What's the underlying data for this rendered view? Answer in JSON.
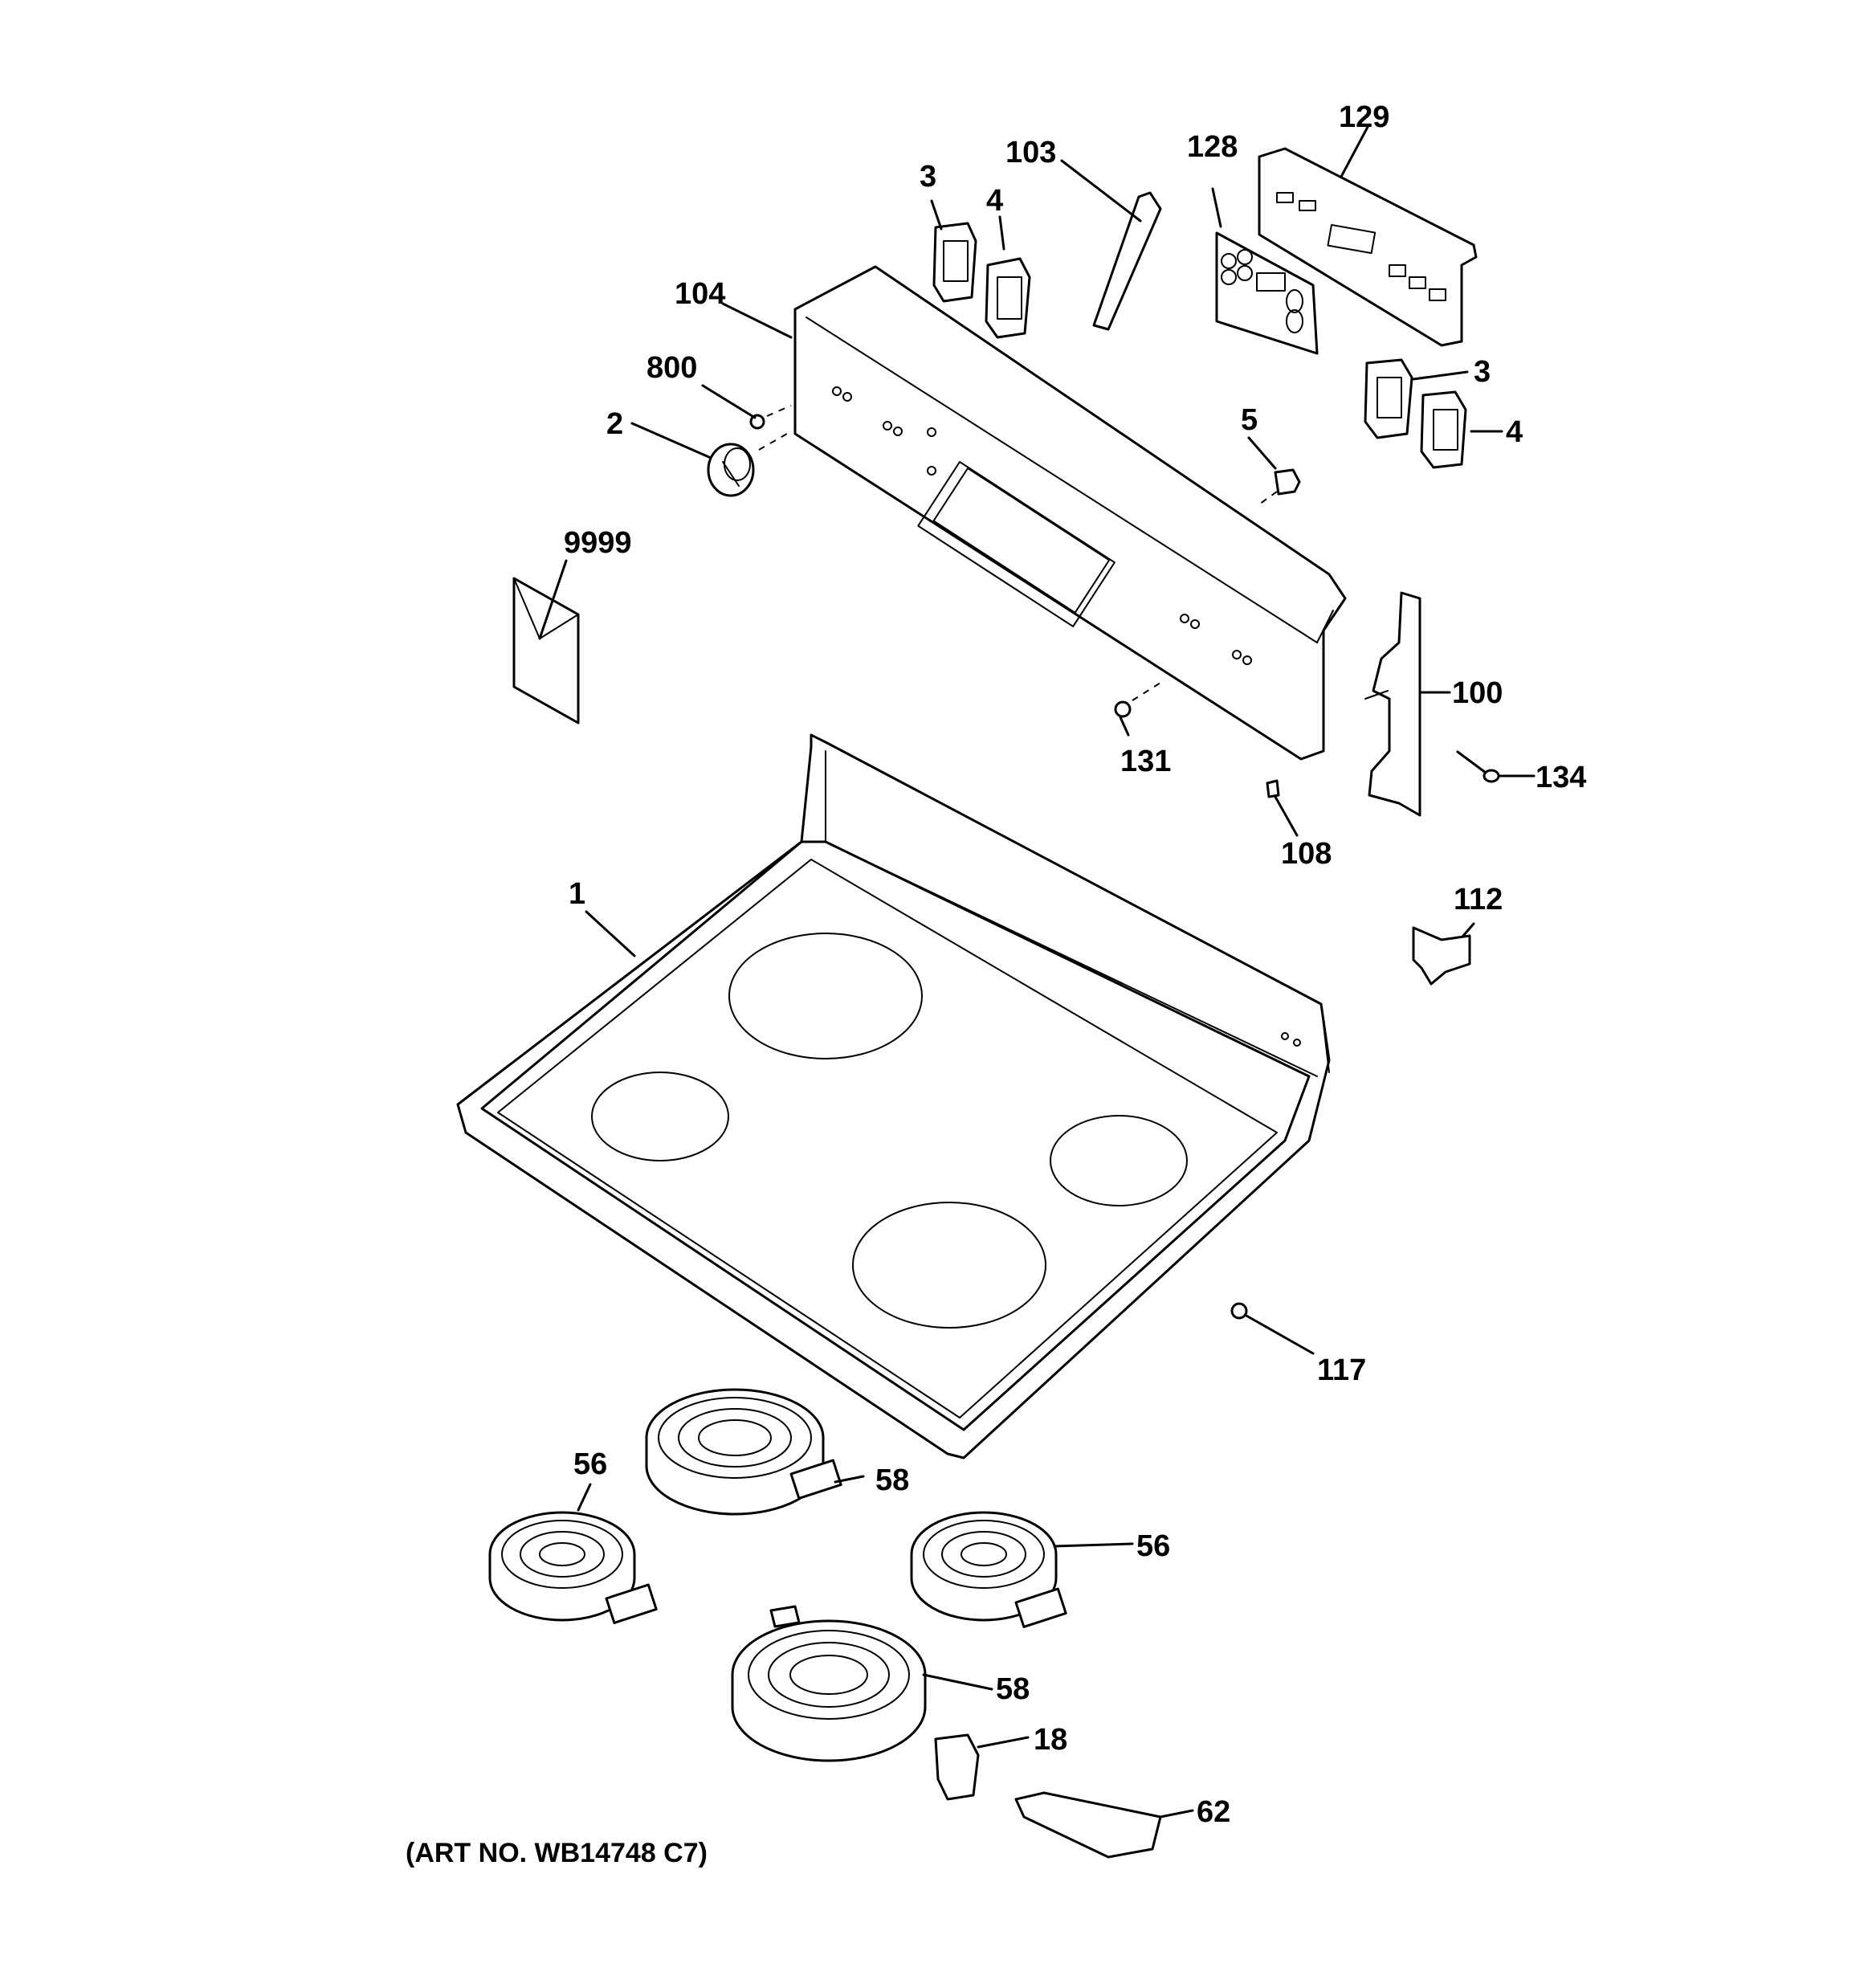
{
  "diagram": {
    "caption": "(ART NO. WB14748 C7)",
    "callouts": [
      {
        "id": "c129",
        "text": "129"
      },
      {
        "id": "c103",
        "text": "103"
      },
      {
        "id": "c128",
        "text": "128"
      },
      {
        "id": "c3a",
        "text": "3"
      },
      {
        "id": "c4a",
        "text": "4"
      },
      {
        "id": "c104",
        "text": "104"
      },
      {
        "id": "c800",
        "text": "800"
      },
      {
        "id": "c2",
        "text": "2"
      },
      {
        "id": "c3b",
        "text": "3"
      },
      {
        "id": "c5",
        "text": "5"
      },
      {
        "id": "c4b",
        "text": "4"
      },
      {
        "id": "c9999",
        "text": "9999"
      },
      {
        "id": "c100",
        "text": "100"
      },
      {
        "id": "c131",
        "text": "131"
      },
      {
        "id": "c134",
        "text": "134"
      },
      {
        "id": "c108",
        "text": "108"
      },
      {
        "id": "c1",
        "text": "1"
      },
      {
        "id": "c112",
        "text": "112"
      },
      {
        "id": "c117",
        "text": "117"
      },
      {
        "id": "c56a",
        "text": "56"
      },
      {
        "id": "c58a",
        "text": "58"
      },
      {
        "id": "c56b",
        "text": "56"
      },
      {
        "id": "c58b",
        "text": "58"
      },
      {
        "id": "c18",
        "text": "18"
      },
      {
        "id": "c62",
        "text": "62"
      }
    ]
  }
}
